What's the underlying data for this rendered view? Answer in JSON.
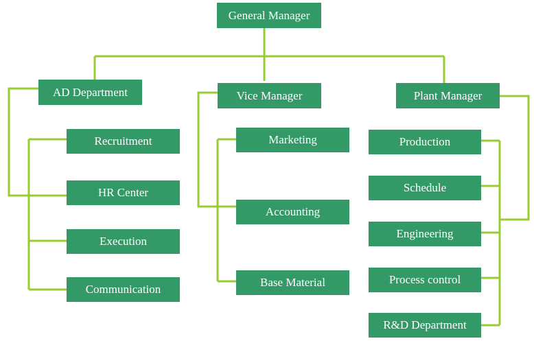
{
  "nodes": {
    "general_manager": "General Manager",
    "ad_department": "AD Department",
    "vice_manager": "Vice Manager",
    "plant_manager": "Plant Manager",
    "recruitment": "Recruitment",
    "hr_center": "HR Center",
    "execution": "Execution",
    "communication": "Communication",
    "marketing": "Marketing",
    "accounting": "Accounting",
    "base_material": "Base Material",
    "production": "Production",
    "schedule": "Schedule",
    "engineering": "Engineering",
    "process_control": "Process control",
    "rd_department": "R&D Department"
  },
  "colors": {
    "box": "#339966",
    "connector": "#99CC33",
    "text": "#ffffff"
  }
}
